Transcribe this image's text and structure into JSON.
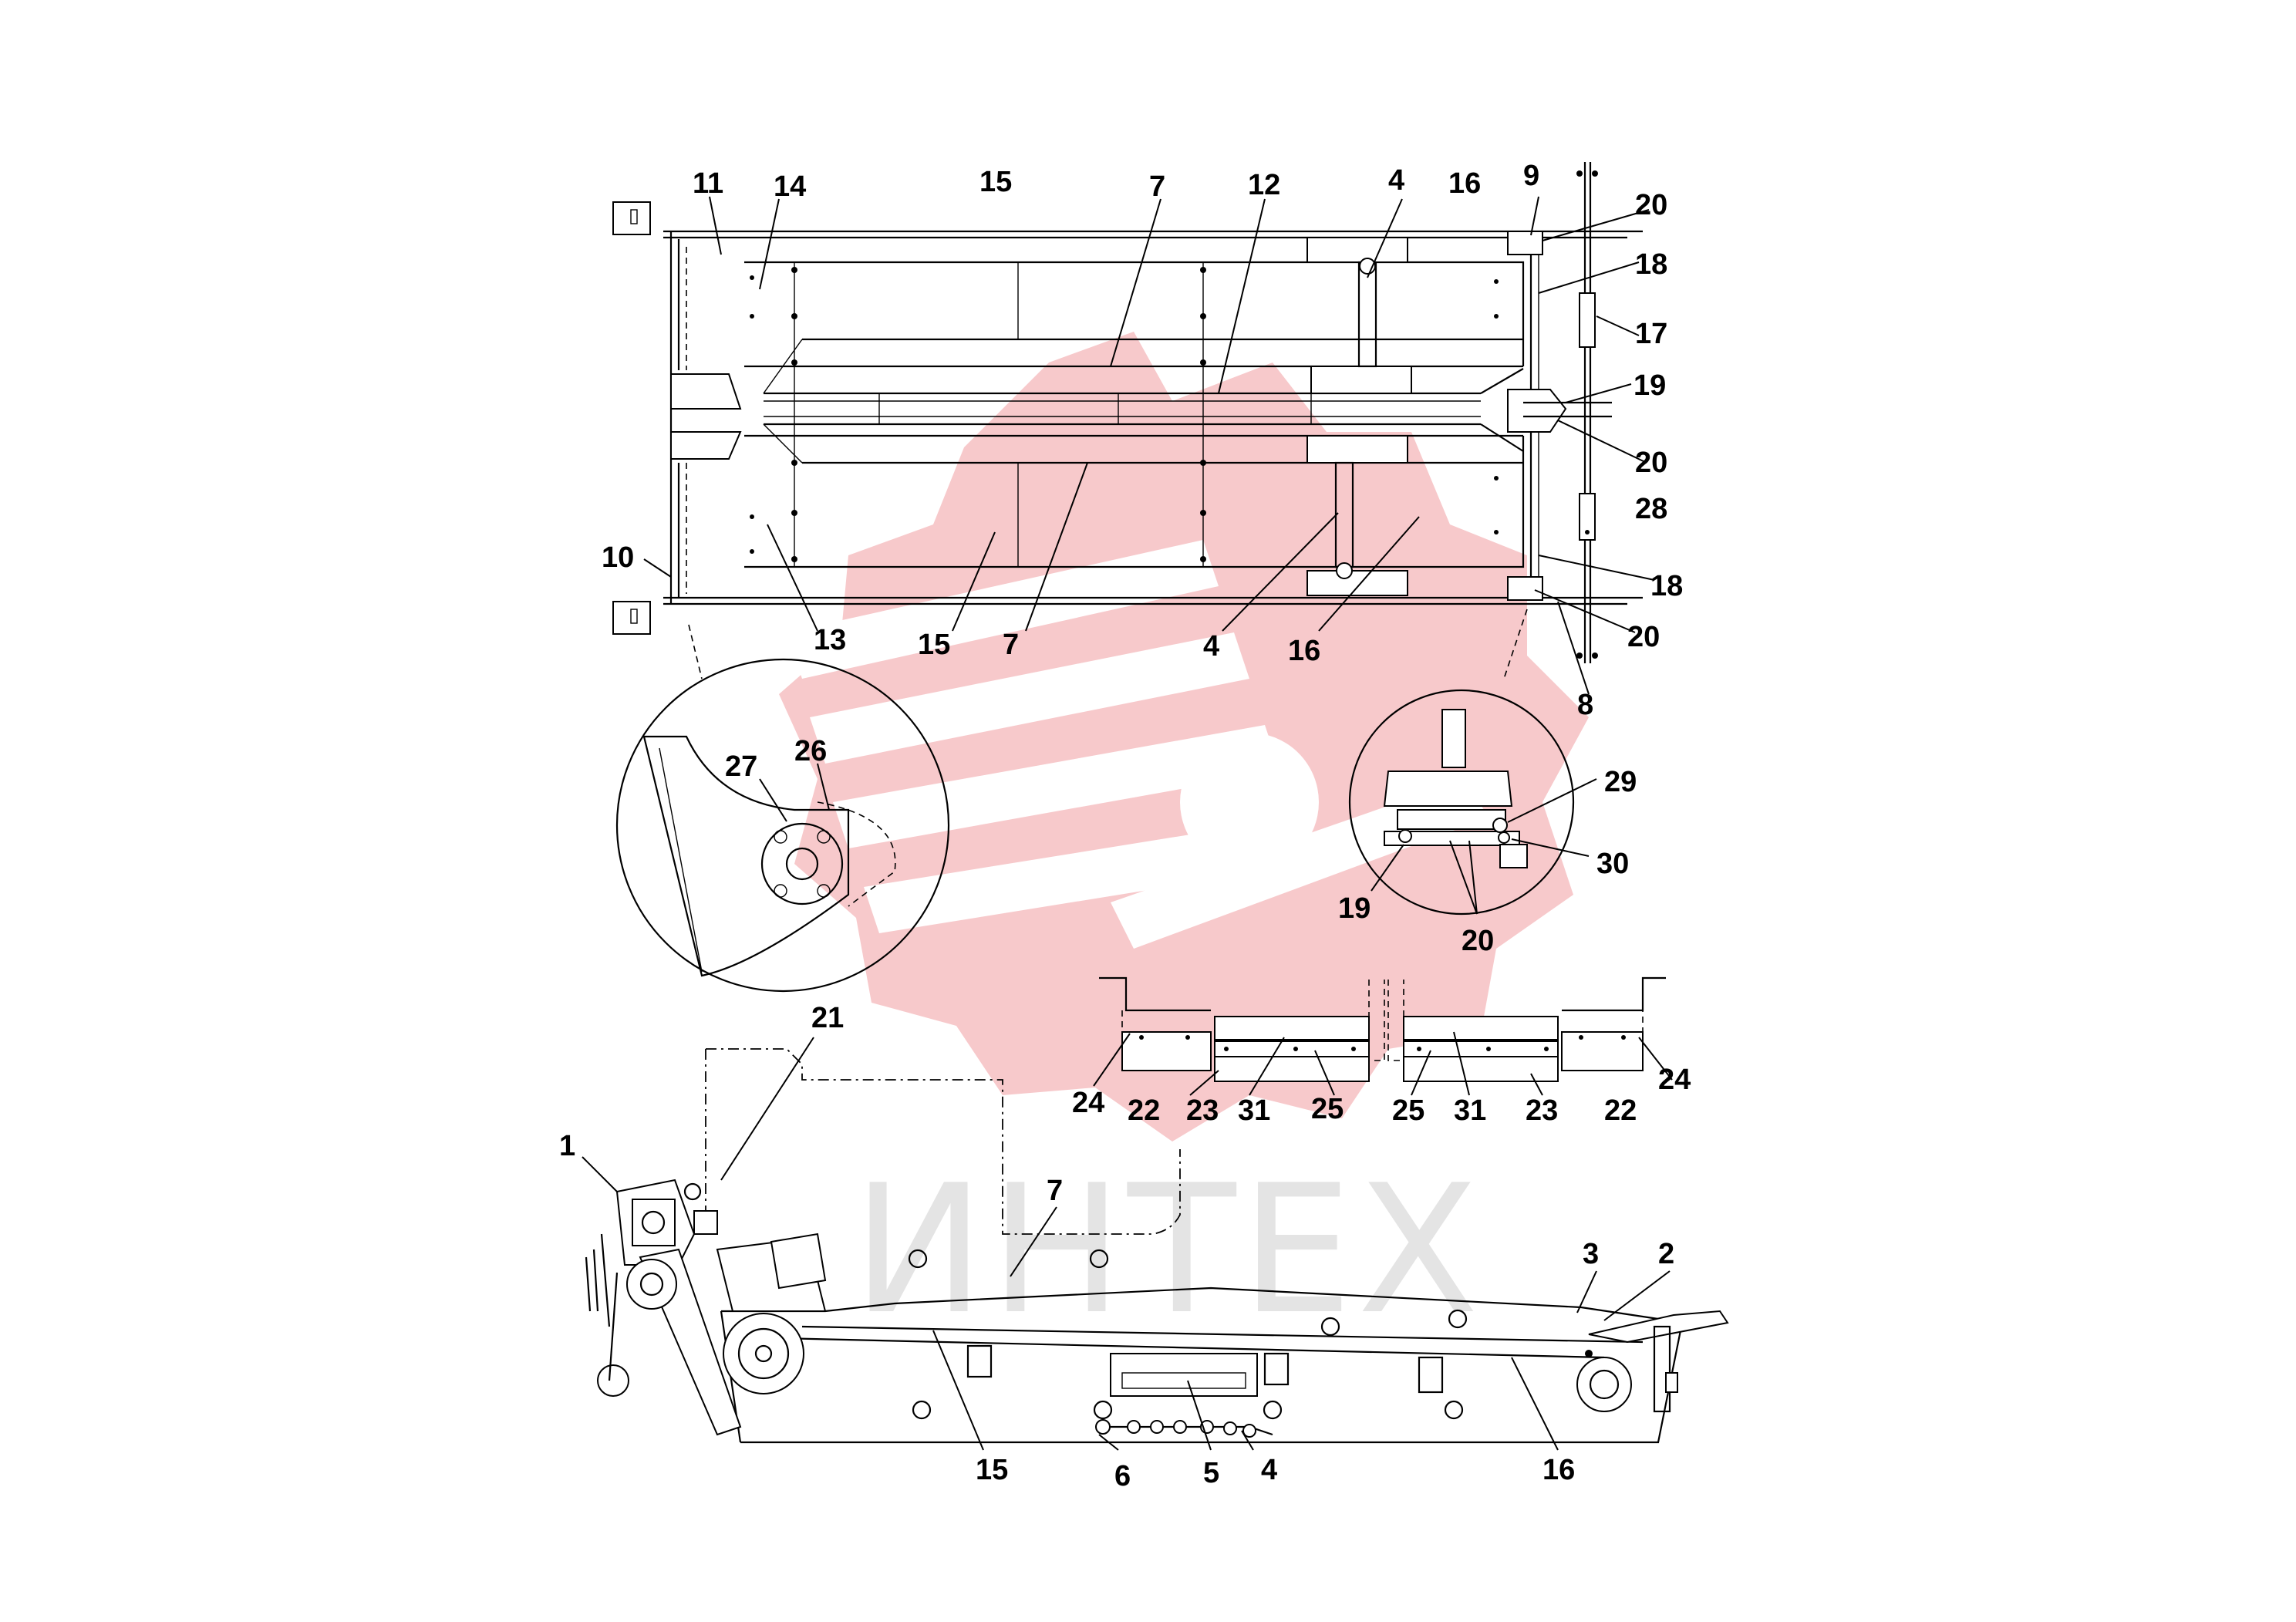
{
  "watermark": {
    "text": "ИНТЕХ",
    "color": "#e4e4e4",
    "logo_color": "#f7c9cb"
  },
  "callouts": {
    "c11_top": "11",
    "c14": "14",
    "c15_top": "15",
    "c7_top": "7",
    "c12": "12",
    "c4_top": "4",
    "c16_top": "16",
    "c9": "9",
    "c20_a": "20",
    "c18_a": "18",
    "c17": "17",
    "c19_a": "19",
    "c20_b": "20",
    "c28": "28",
    "c10": "10",
    "c13": "13",
    "c15_mid": "15",
    "c7_mid": "7",
    "c4_mid": "4",
    "c16_mid": "16",
    "c18_b": "18",
    "c20_c": "20",
    "c8": "8",
    "c27": "27",
    "c26": "26",
    "c29": "29",
    "c30": "30",
    "c19_b": "19",
    "c20_d": "20",
    "c24_l": "24",
    "c22_l": "22",
    "c23_l": "23",
    "c31_l": "31",
    "c25_l": "25",
    "c25_r": "25",
    "c31_r": "31",
    "c23_r": "23",
    "c22_r": "22",
    "c24_r": "24",
    "c21": "21",
    "c1": "1",
    "c7_bot": "7",
    "c3": "3",
    "c2": "2",
    "c15_bot": "15",
    "c6": "6",
    "c5": "5",
    "c4_bot": "4",
    "c16_bot": "16"
  }
}
